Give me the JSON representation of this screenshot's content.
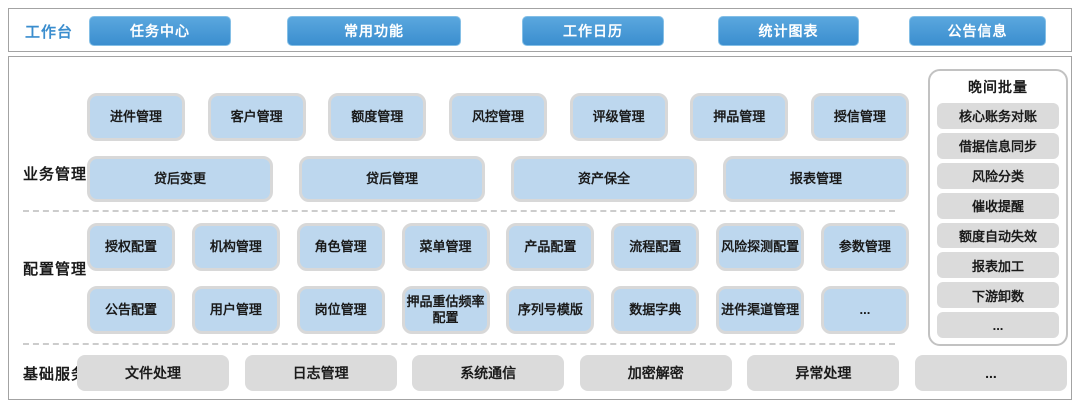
{
  "topbar": {
    "label": "工作台",
    "buttons": [
      "任务中心",
      "常用功能",
      "工作日历",
      "统计图表",
      "公告信息"
    ]
  },
  "sections": {
    "business": {
      "label": "业务管理",
      "row1": [
        "进件管理",
        "客户管理",
        "额度管理",
        "风控管理",
        "评级管理",
        "押品管理",
        "授信管理"
      ],
      "row2": [
        "贷后变更",
        "贷后管理",
        "资产保全",
        "报表管理"
      ]
    },
    "config": {
      "label": "配置管理",
      "row1": [
        "授权配置",
        "机构管理",
        "角色管理",
        "菜单管理",
        "产品配置",
        "流程配置",
        "风险探测配置",
        "参数管理"
      ],
      "row2": [
        "公告配置",
        "用户管理",
        "岗位管理",
        "押品重估频率配置",
        "序列号模版",
        "数据字典",
        "进件渠道管理",
        "..."
      ]
    },
    "base": {
      "label": "基础服务",
      "items": [
        "文件处理",
        "日志管理",
        "系统通信",
        "加密解密",
        "异常处理",
        "..."
      ]
    }
  },
  "night_batch": {
    "title": "晚间批量",
    "items": [
      "核心账务对账",
      "借据信息同步",
      "风险分类",
      "催收提醒",
      "额度自动失效",
      "报表加工",
      "下游卸数",
      "..."
    ]
  },
  "colors": {
    "accent_blue": "#4596d2",
    "tile_blue": "#bdd7ee",
    "tile_gray": "#dbdbdb",
    "border_gray": "#a3a3a3"
  }
}
